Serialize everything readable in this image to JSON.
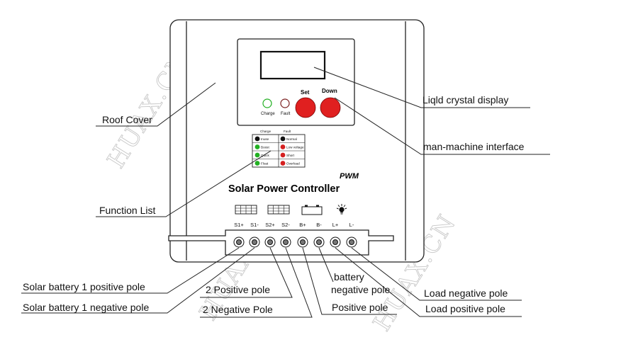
{
  "device": {
    "title": "Solar Power Controller",
    "mode": "PWM",
    "buttons": {
      "set": "Set",
      "down": "Down"
    },
    "indicators": {
      "charge": "Charge",
      "fault": "Fault"
    },
    "function_list": {
      "header_left": "Charge",
      "header_right": "Fault",
      "rows": [
        {
          "left": "Inuse",
          "right": "Normal"
        },
        {
          "left": "Boost",
          "right": "Low voltage"
        },
        {
          "left": "Quick",
          "right": "Short"
        },
        {
          "left": "Float",
          "right": "Overload"
        }
      ]
    },
    "terminals": [
      "S1+",
      "S1-",
      "S2+",
      "S2-",
      "B+",
      "B-",
      "L+",
      "L-"
    ]
  },
  "callouts": {
    "lcd": "Liqld crystal display",
    "hmi": "man-machine interface",
    "roof": "Roof Cover",
    "function_list": "Function List",
    "s1_pos": "Solar battery 1 positive pole",
    "s1_neg": "Solar battery 1 negative pole",
    "s2_pos": "2 Positive pole",
    "s2_neg": "2 Negative Pole",
    "bat_neg_1": "battery",
    "bat_neg_2": "negative pole",
    "bat_pos": "Positive pole",
    "load_neg": "Load negative pole",
    "load_pos": "Load  positive pole"
  },
  "watermark": "HUAX.CN",
  "colors": {
    "button": "#e02020",
    "green": "#22b022",
    "red": "#d42020",
    "line": "#222222"
  }
}
